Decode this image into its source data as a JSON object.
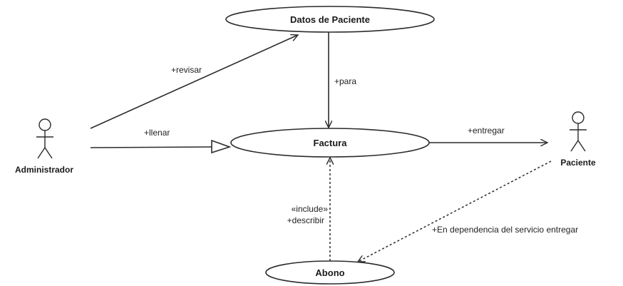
{
  "colors": {
    "line": "#2b2b2b",
    "fill": "#ffffff",
    "text": "#1a1a1a"
  },
  "use_cases": {
    "datos": "Datos de Paciente",
    "factura": "Factura",
    "abono": "Abono"
  },
  "actors": {
    "administrador": "Administrador",
    "paciente": "Paciente"
  },
  "relations": {
    "revisar": "+revisar",
    "llenar": "+llenar",
    "para": "+para",
    "entregar": "+entregar",
    "include": "«include»",
    "describir": "+describir",
    "dependencia": "+En dependencia del servicio entregar"
  }
}
